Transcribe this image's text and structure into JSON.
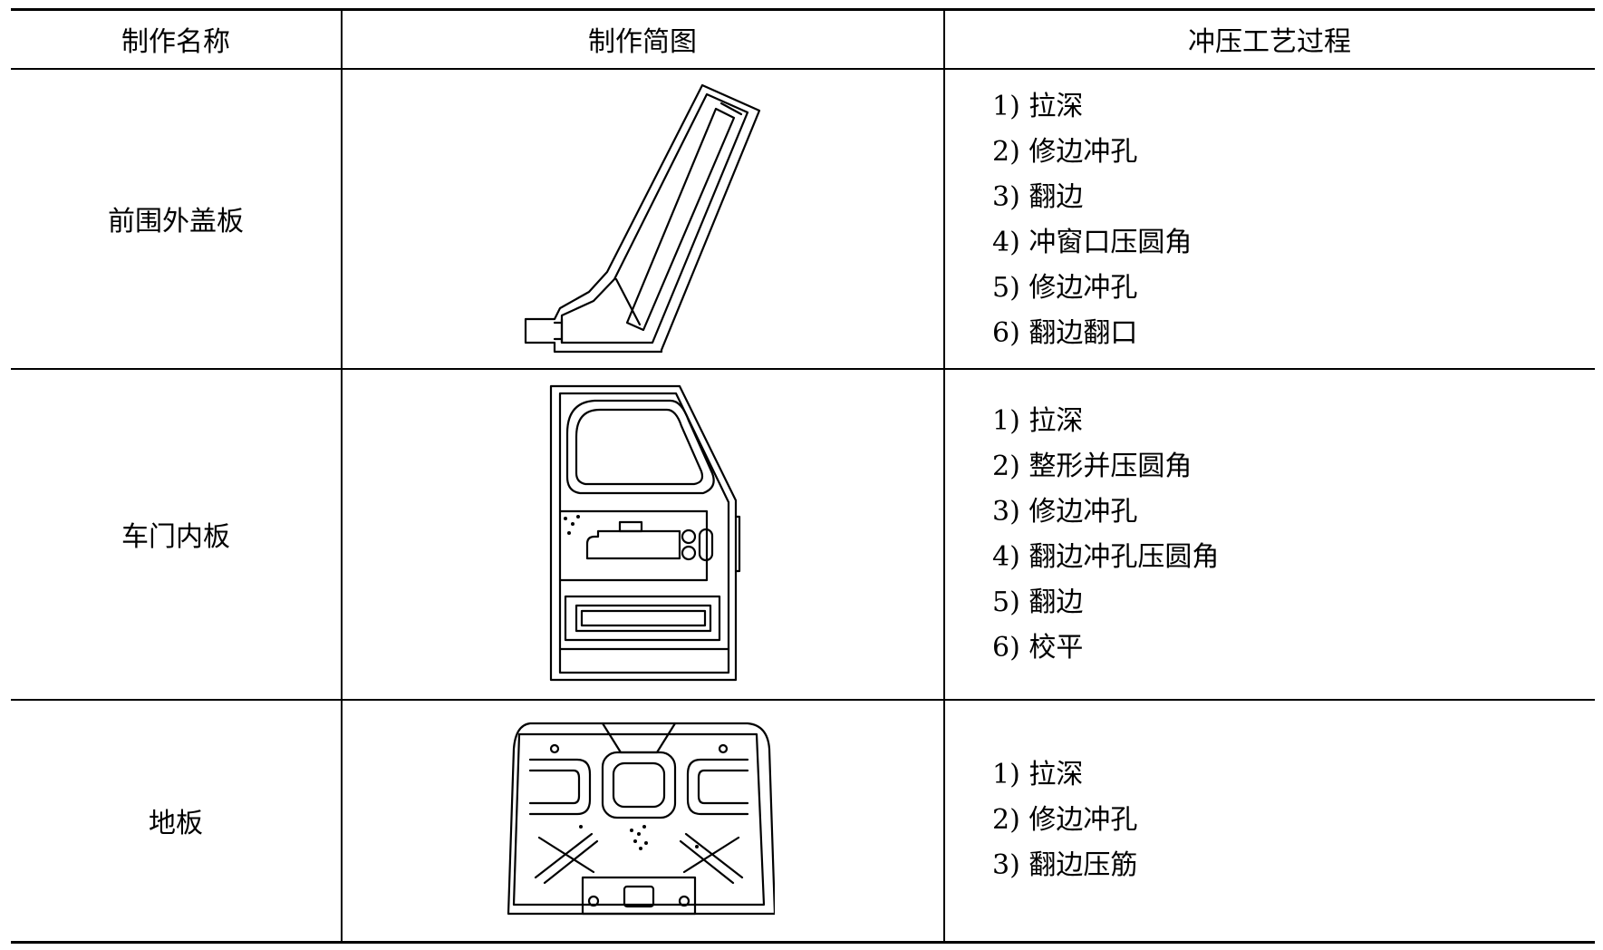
{
  "table": {
    "headers": [
      "制作名称",
      "制作简图",
      "冲压工艺过程"
    ],
    "rows": [
      {
        "name": "前围外盖板",
        "figure_icon": "front-cowl-panel-drawing",
        "steps": [
          "1) 拉深",
          "2) 修边冲孔",
          "3) 翻边",
          "4) 冲窗口压圆角",
          "5) 修边冲孔",
          "6) 翻边翻口"
        ]
      },
      {
        "name": "车门内板",
        "figure_icon": "door-inner-panel-drawing",
        "steps": [
          "1) 拉深",
          "2) 整形并压圆角",
          "3) 修边冲孔",
          "4) 翻边冲孔压圆角",
          "5) 翻边",
          "6) 校平"
        ]
      },
      {
        "name": "地板",
        "figure_icon": "floor-panel-drawing",
        "steps": [
          "1) 拉深",
          "2) 修边冲孔",
          "3) 翻边压筋"
        ]
      }
    ]
  }
}
